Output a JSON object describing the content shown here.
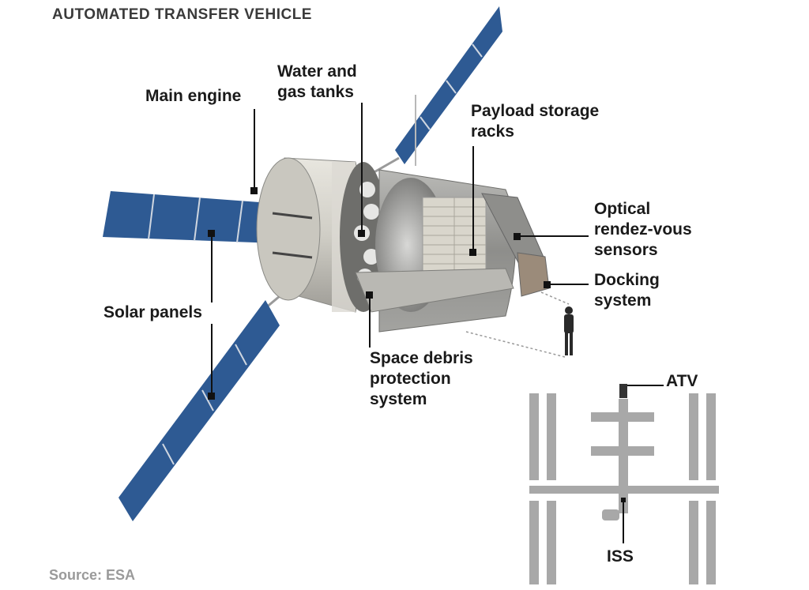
{
  "title": "AUTOMATED TRANSFER VEHICLE",
  "labels": {
    "main_engine": "Main engine",
    "water_gas_tanks_1": "Water and",
    "water_gas_tanks_2": "gas tanks",
    "payload_racks_1": "Payload storage",
    "payload_racks_2": "racks",
    "optical_1": "Optical",
    "optical_2": "rendez-vous",
    "optical_3": "sensors",
    "docking_1": "Docking",
    "docking_2": "system",
    "solar_panels": "Solar panels",
    "debris_1": "Space debris",
    "debris_2": "protection",
    "debris_3": "system",
    "atv": "ATV",
    "iss": "ISS"
  },
  "source": "Source: ESA",
  "colors": {
    "panel_blue": "#2e5a93",
    "hull_light": "#d8d6cf",
    "hull_dark": "#8f8f8c",
    "iss_gray": "#a8a8a8",
    "text": "#1a1a1a"
  }
}
